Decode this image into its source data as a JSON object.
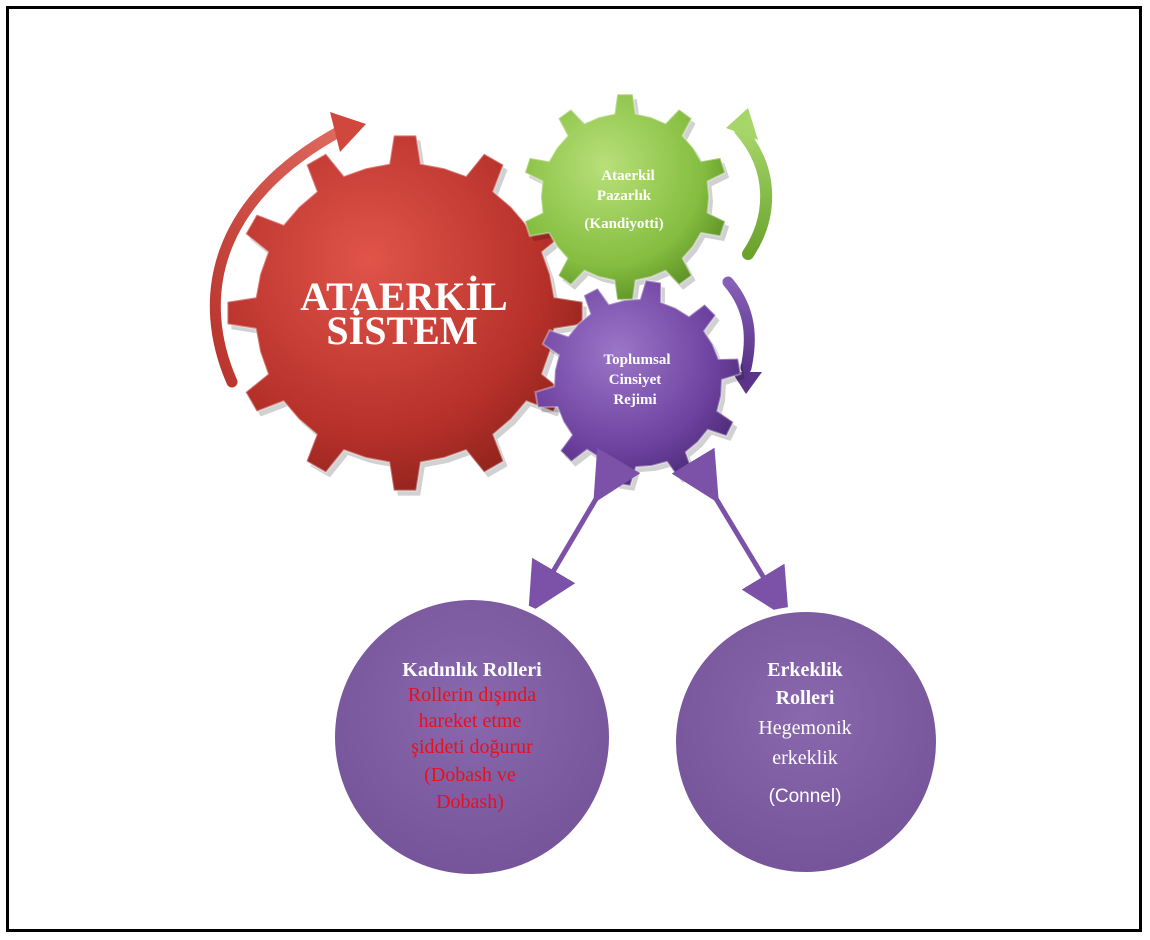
{
  "diagram": {
    "main_gear": {
      "lines": [
        "ATAERKİL",
        "SİSTEM"
      ],
      "color": "#c0392b"
    },
    "green_gear": {
      "lines": [
        "Ataerkil",
        "Pazarlık",
        "(Kandiyotti)"
      ],
      "color": "#7fb83a"
    },
    "purple_gear": {
      "lines": [
        "Toplumsal",
        "Cinsiyet",
        "Rejimi"
      ],
      "color": "#6a3e9a"
    },
    "left_circle": {
      "title": "Kadınlık Rolleri",
      "body_lines": [
        "Rollerin dışında",
        "hareket etme",
        "şiddeti doğurur",
        "(Dobash ve",
        "Dobash)"
      ],
      "body_color": "#e8101e",
      "fill": "#7b5a9e"
    },
    "right_circle": {
      "title_lines": [
        "Erkeklik",
        "Rolleri"
      ],
      "body_lines": [
        "Hegemonik",
        "erkeklik",
        "(Connel)"
      ],
      "fill": "#7b5a9e"
    }
  }
}
